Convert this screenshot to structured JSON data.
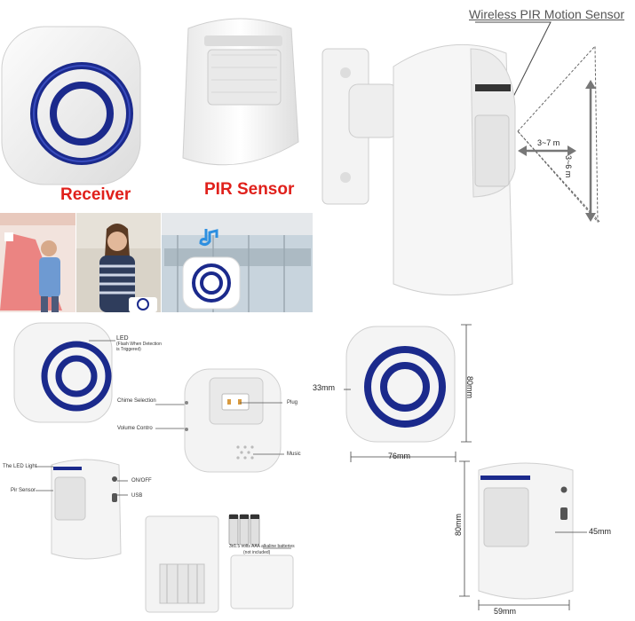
{
  "header": {
    "title": "Wireless PIR Motion Sensor"
  },
  "product_labels": {
    "receiver": "Receiver",
    "pir_sensor": "PIR Sensor"
  },
  "detection": {
    "distance": "3~7 m",
    "height": "3~6 m"
  },
  "receiver_callouts": {
    "led": "LED",
    "led_note_1": "(Flash When Detection",
    "led_note_2": "is Triggered)",
    "chime_selection": "Chime Selection",
    "plug": "Plug",
    "volume_control": "Volume Contro",
    "music": "Music"
  },
  "sensor_callouts": {
    "led_light": "The LED Light",
    "pir_sensor": "Pir Sensor",
    "on_off": "ON/OFF",
    "usb": "USB"
  },
  "battery_note": {
    "line1": "3x1.5 volts AAA alkaline batteries",
    "line2": "(not included)"
  },
  "receiver_dimensions": {
    "depth": "33mm",
    "height": "80mm",
    "width": "76mm"
  },
  "sensor_dimensions": {
    "height": "80mm",
    "depth": "45mm",
    "width": "59mm"
  },
  "colors": {
    "accent_red": "#e0201b",
    "ring_blue": "#1b2a8c",
    "device_white": "#f4f4f4"
  }
}
